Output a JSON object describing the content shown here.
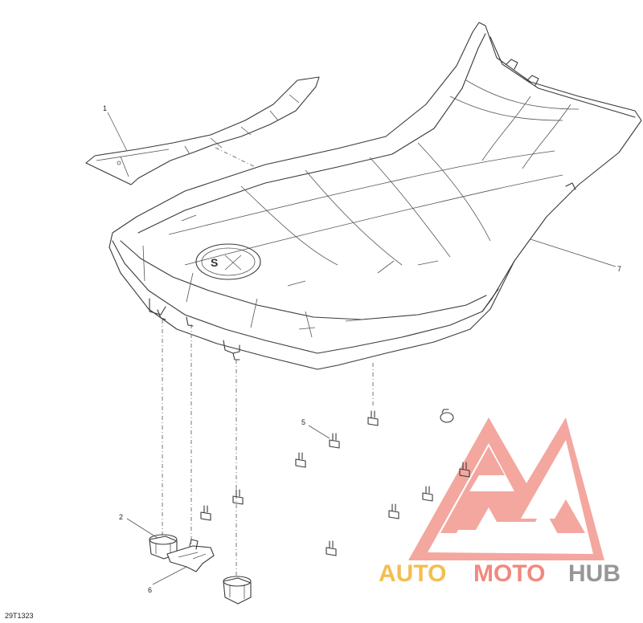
{
  "diagram": {
    "drawing_code": "29T1323",
    "callouts": [
      {
        "id": "1",
        "label": "1"
      },
      {
        "id": "2",
        "label": "2"
      },
      {
        "id": "5",
        "label": "5"
      },
      {
        "id": "6",
        "label": "6"
      },
      {
        "id": "7",
        "label": "7"
      }
    ]
  },
  "watermark": {
    "part1": "AUTO",
    "part2": "MOTO",
    "part3": "HUB",
    "colors": {
      "auto": "#f2b83c",
      "moto": "#ef7d72",
      "hub": "#8c8c8c",
      "logo": "#f08a80"
    }
  }
}
